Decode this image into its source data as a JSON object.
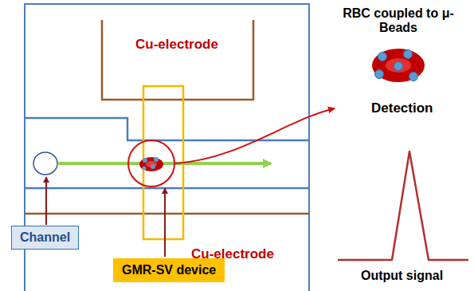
{
  "diagram": {
    "nodes": [
      {
        "text": [
          "Channel"
        ]
      },
      {
        "text": [
          "GMR-SV device"
        ]
      }
    ],
    "labels": [
      "Cu-electrode",
      "Cu-electrode",
      "RBC coupled to μ-Beads",
      "Detection",
      "Output signal"
    ]
  }
}
